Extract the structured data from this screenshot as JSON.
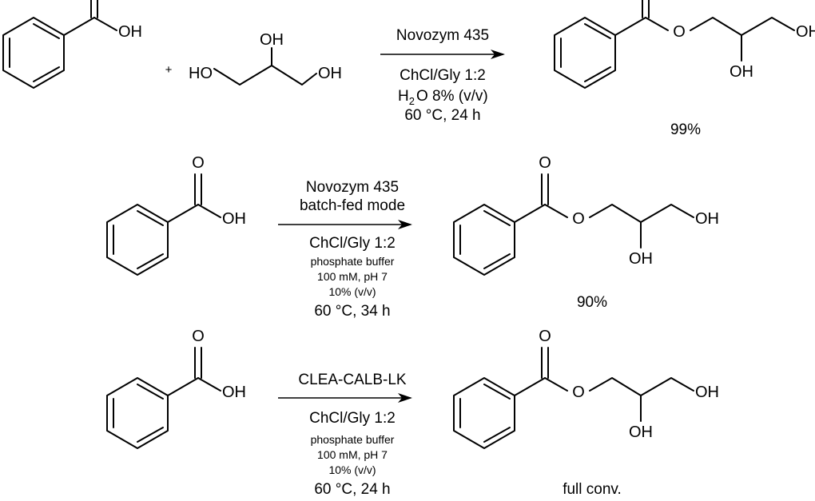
{
  "labels": {
    "o": "O",
    "oh": "OH",
    "ho": "HO",
    "h": "H",
    "sub2": "2",
    "plus": "+"
  },
  "reactions": [
    {
      "catalyst": [
        "Novozym 435"
      ],
      "conditions": {
        "line1": "ChCl/Gly 1:2",
        "water_rest": "O 8% (v/v)",
        "last": "60 °C, 24 h"
      },
      "result": "99%"
    },
    {
      "catalyst": [
        "Novozym 435",
        "batch-fed mode"
      ],
      "conditions": {
        "line1": "ChCl/Gly 1:2",
        "small": [
          "phosphate buffer",
          "100 mM, pH 7",
          "10% (v/v)"
        ],
        "last": "60 °C, 34 h"
      },
      "result": "90%"
    },
    {
      "catalyst": [
        "CLEA-CALB-LK"
      ],
      "conditions": {
        "line1": "ChCl/Gly 1:2",
        "small": [
          "phosphate buffer",
          "100 mM, pH 7",
          "10% (v/v)"
        ],
        "last": "60 °C, 24 h"
      },
      "result": "full conv."
    }
  ]
}
